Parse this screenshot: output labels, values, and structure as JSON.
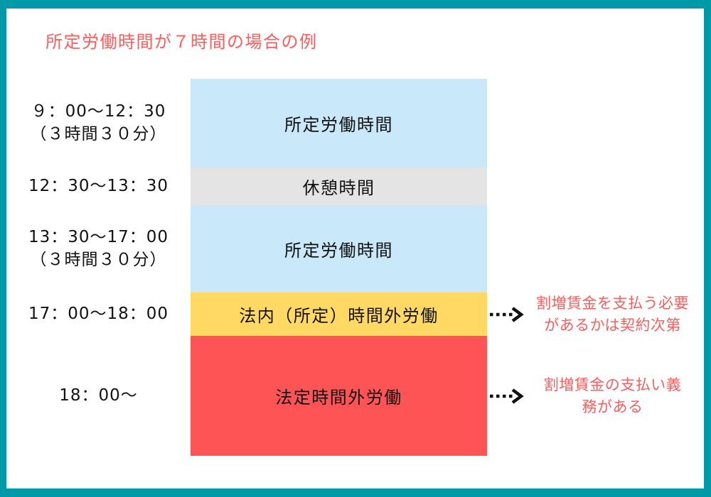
{
  "page": {
    "title": "所定労働時間が７時間の場合の例",
    "frame_color": "#0099A8",
    "accent_color": "#FF5C5C",
    "text_color": "#111111",
    "arrow_color": "#111111"
  },
  "rows": [
    {
      "time_line1": "９：00〜12：30",
      "time_line2": "（３時間３０分）",
      "label": "所定労働時間",
      "color": "#C9E8FA"
    },
    {
      "time_line1": "12：30〜13：30",
      "time_line2": "",
      "label": "休憩時間",
      "color": "#E4E4E4"
    },
    {
      "time_line1": "13：30〜17：00",
      "time_line2": "（３時間３０分）",
      "label": "所定労働時間",
      "color": "#C9E8FA"
    },
    {
      "time_line1": "17：00〜18：00",
      "time_line2": "",
      "label": "法内（所定）時間外労働",
      "color": "#FFD964",
      "note_line1": "割増賃金を支払う必要",
      "note_line2": "があるかは契約次第"
    },
    {
      "time_line1": "18：00〜",
      "time_line2": "",
      "label": "法定時間外労働",
      "color": "#FF5456",
      "note_line1": "割増賃金の支払い義",
      "note_line2": "務がある"
    }
  ]
}
